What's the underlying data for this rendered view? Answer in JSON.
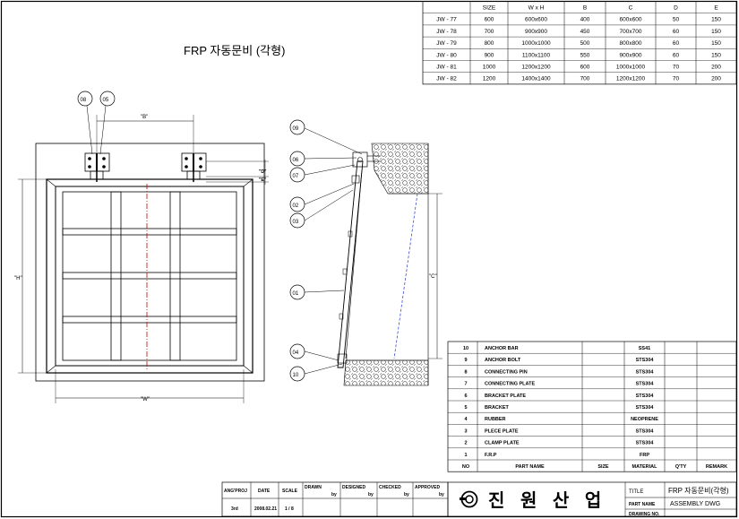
{
  "drawing_title": "FRP 자동문비 (각형)",
  "dimension_labels": {
    "width": "\"B\"",
    "height": "\"H\"",
    "bottom_width": "\"W\"",
    "side_c": "\"C\"",
    "small_d": "\"D\"",
    "small_e": "\"E\""
  },
  "callouts_front": [
    "08",
    "05"
  ],
  "callouts_side": [
    "09",
    "06",
    "07",
    "02",
    "03",
    "01",
    "04",
    "10"
  ],
  "size_table": {
    "headers": [
      "",
      "SIZE",
      "W x H",
      "B",
      "C",
      "D",
      "E"
    ],
    "rows": [
      [
        "JW - 77",
        "600",
        "600x600",
        "400",
        "600x600",
        "50",
        "150"
      ],
      [
        "JW - 78",
        "700",
        "900x900",
        "450",
        "700x700",
        "60",
        "150"
      ],
      [
        "JW - 79",
        "800",
        "1000x1000",
        "500",
        "800x800",
        "60",
        "150"
      ],
      [
        "JW - 80",
        "900",
        "1100x1100",
        "550",
        "900x900",
        "60",
        "150"
      ],
      [
        "JW - 81",
        "1000",
        "1200x1200",
        "600",
        "1000x1000",
        "70",
        "200"
      ],
      [
        "JW - 82",
        "1200",
        "1400x1400",
        "700",
        "1200x1200",
        "70",
        "200"
      ]
    ]
  },
  "parts_table": {
    "rows": [
      [
        "10",
        "ANCHOR BAR",
        "",
        "SS41",
        "",
        ""
      ],
      [
        "9",
        "ANCHOR BOLT",
        "",
        "STS304",
        "",
        ""
      ],
      [
        "8",
        "CONNECTING PIN",
        "",
        "STS304",
        "",
        ""
      ],
      [
        "7",
        "CONNECTING PLATE",
        "",
        "STS304",
        "",
        ""
      ],
      [
        "6",
        "BRACKET PLATE",
        "",
        "STS304",
        "",
        ""
      ],
      [
        "5",
        "BRACKET",
        "",
        "STS304",
        "",
        ""
      ],
      [
        "4",
        "RUBBER",
        "",
        "NEOPRENE",
        "",
        ""
      ],
      [
        "3",
        "PLECE PLATE",
        "",
        "STS304",
        "",
        ""
      ],
      [
        "2",
        "CLAMP PLATE",
        "",
        "STS304",
        "",
        ""
      ],
      [
        "1",
        "F.R.P",
        "",
        "FRP",
        "",
        ""
      ]
    ],
    "header": [
      "NO",
      "PART NAME",
      "SIZE",
      "MATERIAL",
      "Q'TY",
      "REMARK"
    ]
  },
  "title_block": {
    "col_labels": [
      "ANG'PROJ",
      "DATE",
      "SCALE",
      "DRAWN",
      "DESIGNED",
      "CHECKED",
      "APPROVED"
    ],
    "by": "by",
    "values": [
      "3rd",
      "2008.02.21",
      "1 / 8"
    ],
    "company_name": "진 원 산 업",
    "title_label": "TITLE",
    "title_value": "FRP 자동문비(각형)",
    "part_name_label": "PART NAME",
    "part_name_value": "ASSEMBLY DWG",
    "drawing_no_label": "DRAWING NO."
  }
}
